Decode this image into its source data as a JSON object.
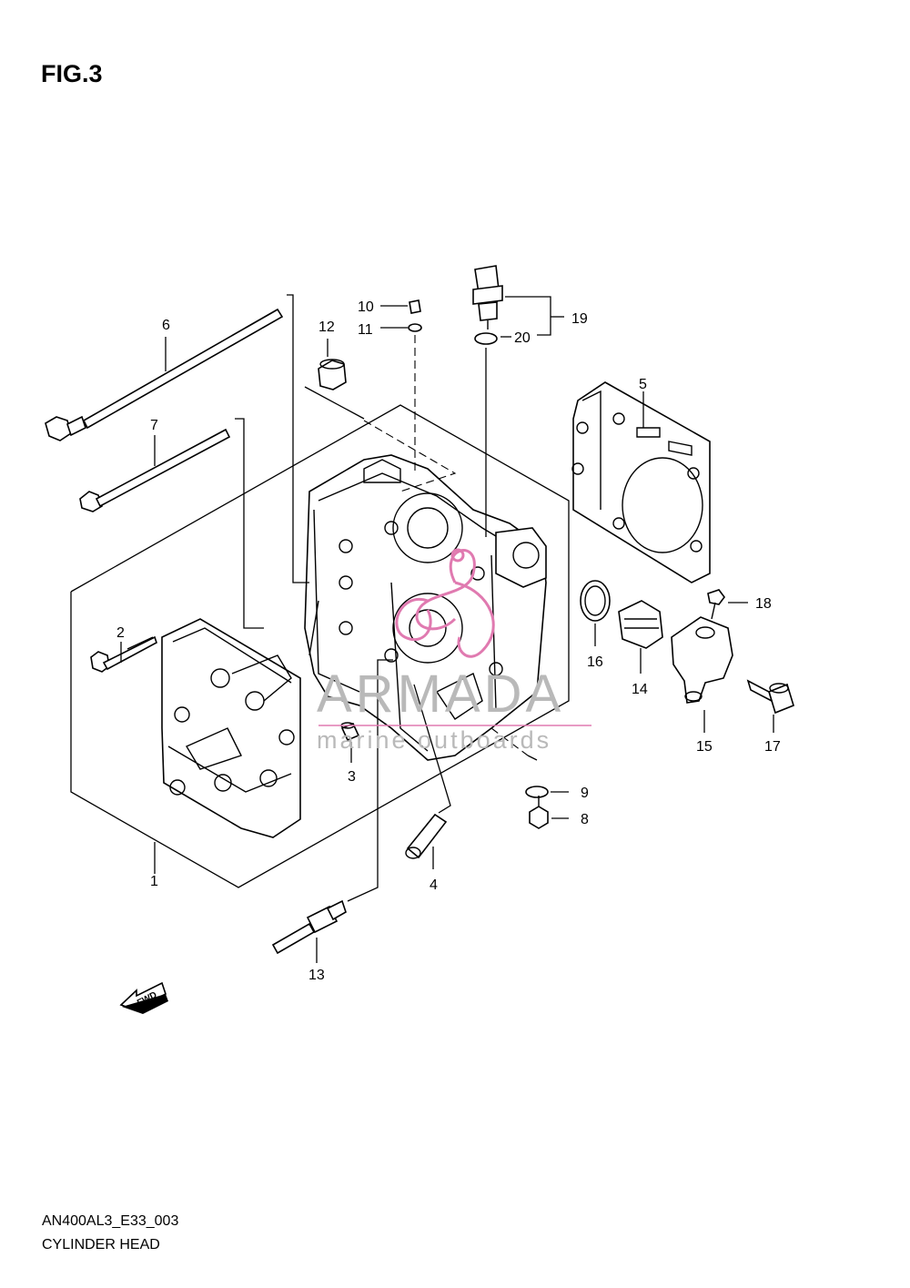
{
  "figure_label": "FIG.3",
  "diagram_code": "AN400AL3_E33_003",
  "diagram_title": "CYLINDER HEAD",
  "watermark": {
    "brand": "ARMADA",
    "tagline": "marine outboards",
    "brand_color": "#b9b9b9",
    "accent_color": "#e07ab0"
  },
  "direction_marker": "FWD",
  "callouts": [
    {
      "id": "1",
      "label": "1"
    },
    {
      "id": "2",
      "label": "2"
    },
    {
      "id": "3",
      "label": "3"
    },
    {
      "id": "4",
      "label": "4"
    },
    {
      "id": "5",
      "label": "5"
    },
    {
      "id": "6",
      "label": "6"
    },
    {
      "id": "7",
      "label": "7"
    },
    {
      "id": "8",
      "label": "8"
    },
    {
      "id": "9",
      "label": "9"
    },
    {
      "id": "10",
      "label": "10"
    },
    {
      "id": "11",
      "label": "11"
    },
    {
      "id": "12",
      "label": "12"
    },
    {
      "id": "13",
      "label": "13"
    },
    {
      "id": "14",
      "label": "14"
    },
    {
      "id": "15",
      "label": "15"
    },
    {
      "id": "16",
      "label": "16"
    },
    {
      "id": "17",
      "label": "17"
    },
    {
      "id": "18",
      "label": "18"
    },
    {
      "id": "19",
      "label": "19"
    },
    {
      "id": "20",
      "label": "20"
    }
  ]
}
